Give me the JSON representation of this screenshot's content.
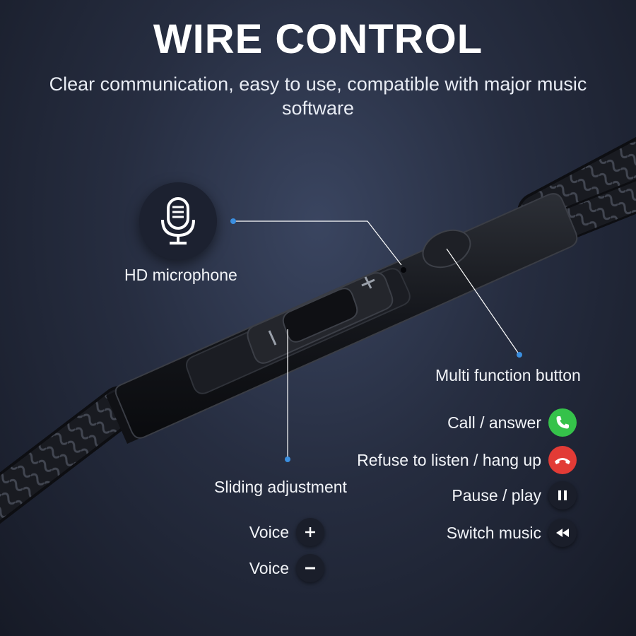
{
  "header": {
    "title": "WIRE CONTROL",
    "subtitle": "Clear communication, easy to use, compatible with major music software"
  },
  "callouts": {
    "microphone": "HD microphone",
    "multi_function": "Multi function button",
    "sliding": "Sliding adjustment"
  },
  "multi_function_items": [
    {
      "label": "Call / answer",
      "icon": "phone-answer-icon",
      "color": "#35c24a"
    },
    {
      "label": "Refuse to listen / hang up",
      "icon": "phone-hangup-icon",
      "color": "#e23b36"
    },
    {
      "label": "Pause / play",
      "icon": "pause-icon",
      "color": "#1a1e2a"
    },
    {
      "label": "Switch music",
      "icon": "rewind-icon",
      "color": "#1a1e2a"
    }
  ],
  "sliding_items": [
    {
      "label": "Voice",
      "icon": "plus-icon"
    },
    {
      "label": "Voice",
      "icon": "minus-icon"
    }
  ],
  "colors": {
    "accent_line": "#3b8fe0",
    "background": "#262d40"
  }
}
